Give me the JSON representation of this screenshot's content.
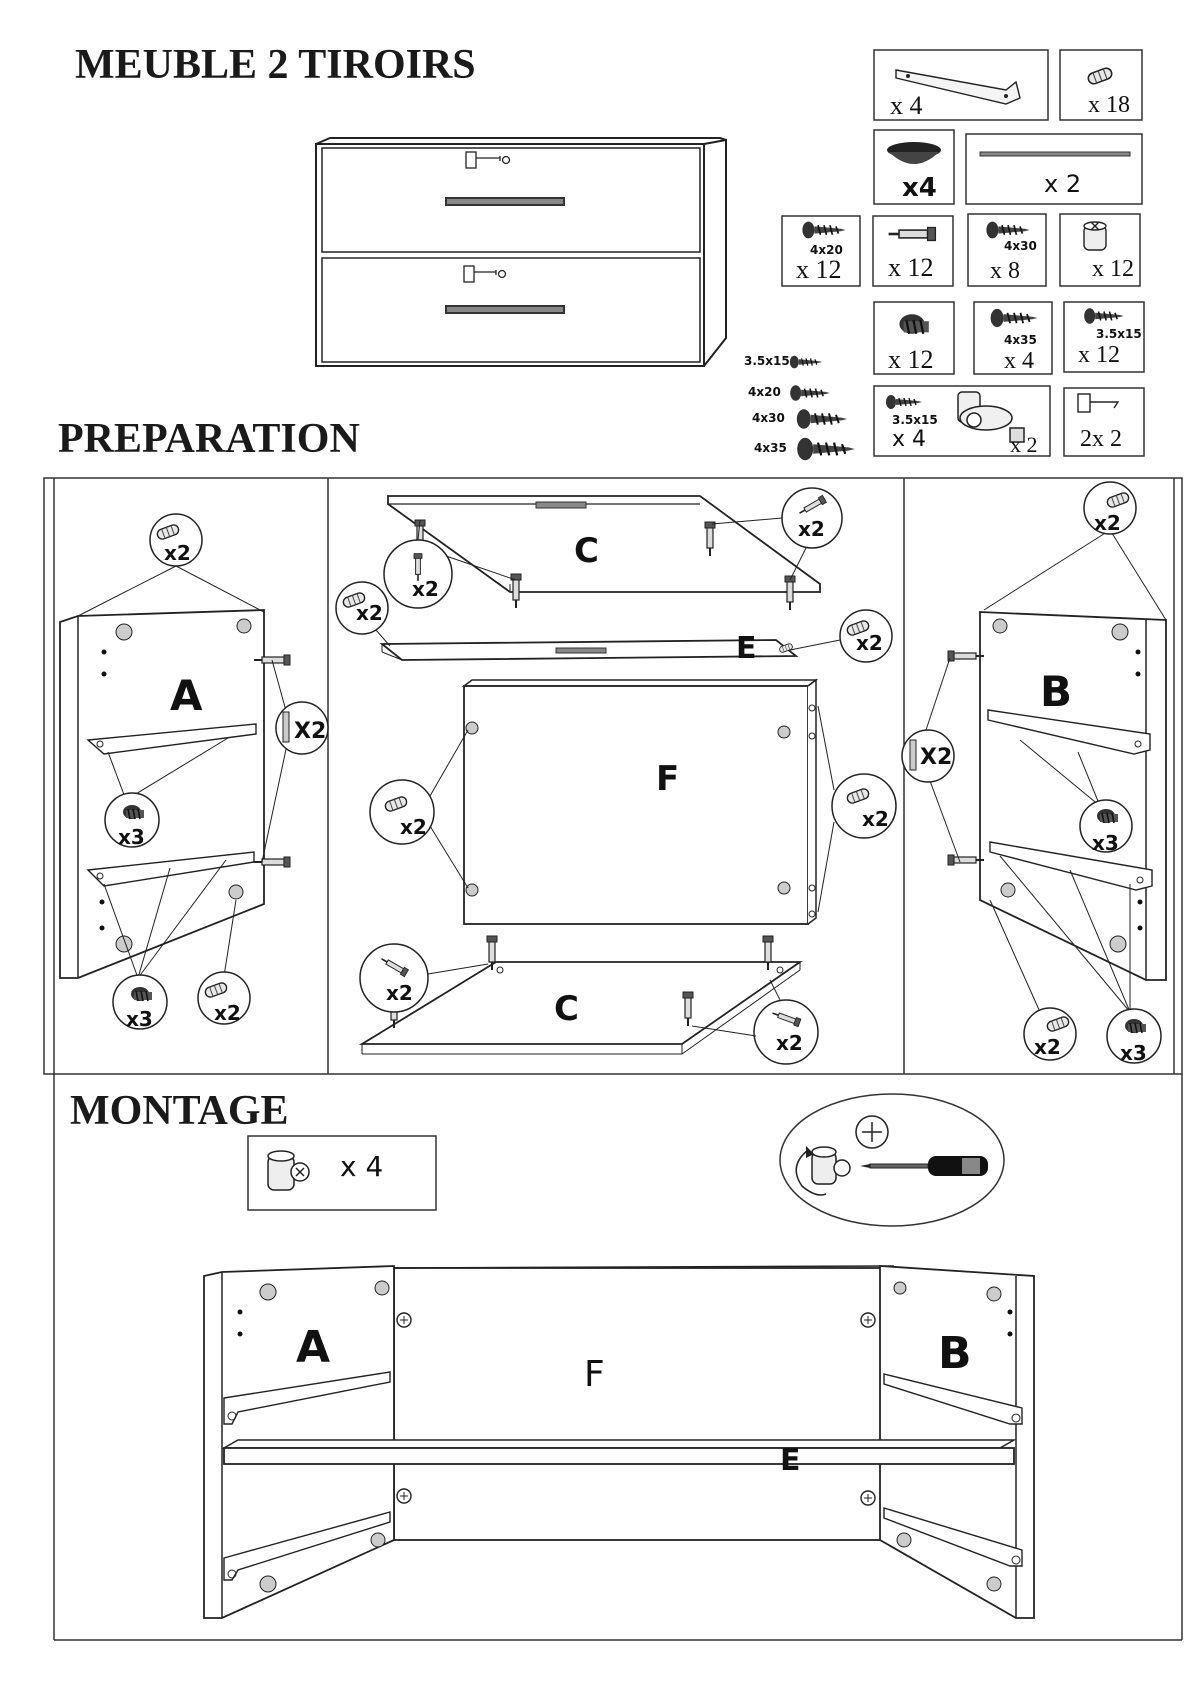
{
  "titles": {
    "main": "MEUBLE 2 TIROIRS",
    "preparation": "PREPARATION",
    "montage": "MONTAGE"
  },
  "hardware": {
    "slide_qty": "x 4",
    "dowel_qty": "x 18",
    "foot_qty": "x4",
    "rod_qty": "x 2",
    "screw_4x20_size": "4x20",
    "screw_4x20_qty": "x 12",
    "pin_qty": "x 12",
    "screw_4x30_size": "4x30",
    "screw_4x30_qty": "x 8",
    "cam_qty": "x 12",
    "bolt_qty": "x 12",
    "screw_4x35_size": "4x35",
    "screw_4x35_qty": "x 4",
    "screw_35x15_size": "3.5x15",
    "screw_35x15_qty": "x 12",
    "lock_screw_size": "3.5x15",
    "lock_screw_qty": "x 4",
    "lock_qty": "x 2",
    "key_qty": "2x 2"
  },
  "screw_legend": [
    "3.5x15",
    "4x20",
    "4x30",
    "4x35"
  ],
  "preparation": {
    "panel_a": "A",
    "panel_b": "B",
    "panel_c": "C",
    "panel_e": "E",
    "panel_f": "F",
    "x2": "x2",
    "x3": "x3",
    "X2": "X2"
  },
  "montage": {
    "cam_qty": "x 4",
    "panel_a": "A",
    "panel_b": "B",
    "panel_f": "F",
    "panel_e": "E"
  }
}
